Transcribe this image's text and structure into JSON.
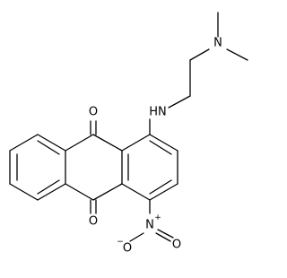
{
  "atoms": {
    "n_amine": "N",
    "nh": "HN",
    "o_top": "O",
    "o_bottom": "O",
    "n_nitro": "N",
    "n_nitro_charge": "+",
    "o_nitro_left": "O",
    "o_nitro_left_charge": "−",
    "o_nitro_right": "O"
  }
}
